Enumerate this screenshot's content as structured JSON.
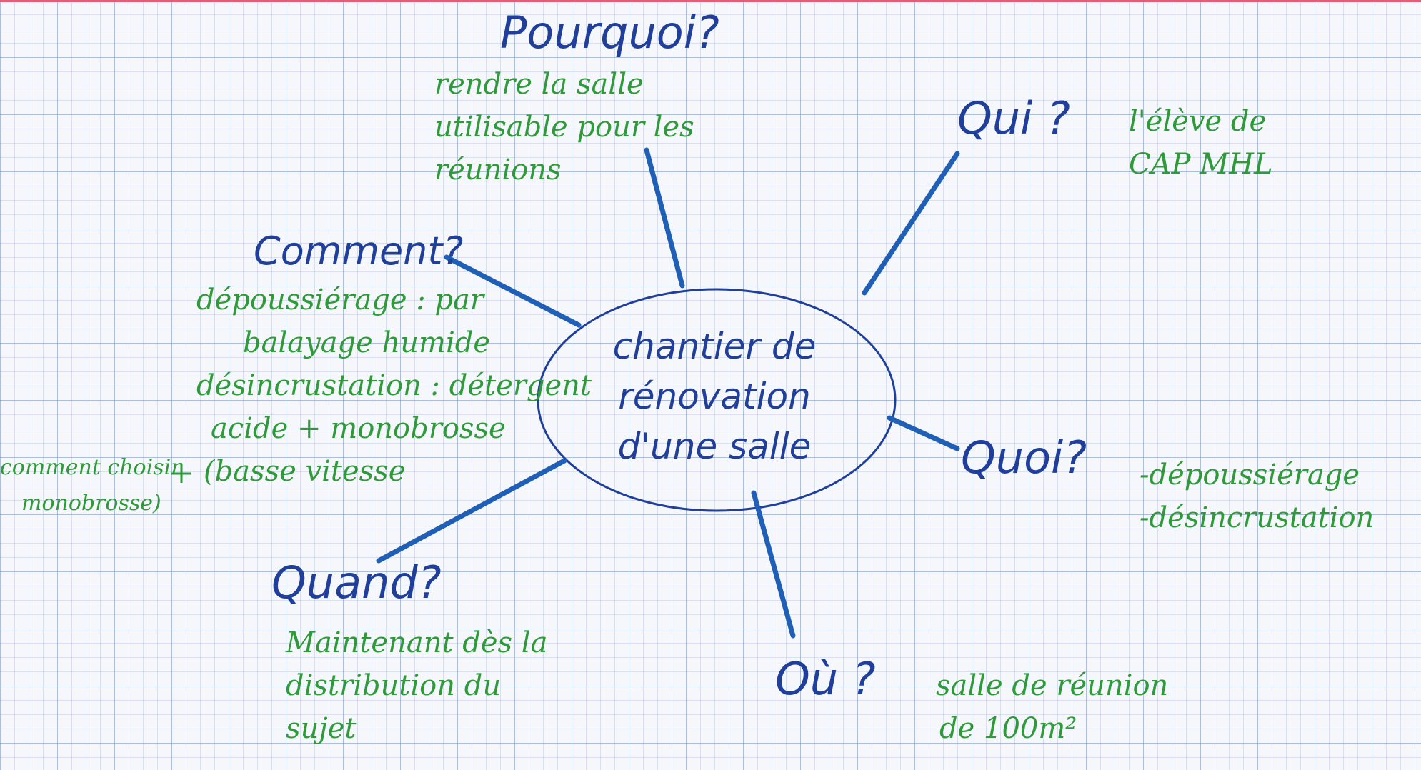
{
  "center": {
    "lines": [
      "chantier de",
      "rénovation",
      "d'une salle"
    ]
  },
  "nodes": {
    "pourquoi": {
      "label": "Pourquoi?",
      "note": [
        "rendre la salle",
        "utilisable pour les",
        "réunions"
      ]
    },
    "qui": {
      "label": "Qui ?",
      "note": [
        "l'élève de",
        "CAP MHL"
      ]
    },
    "comment": {
      "label": "Comment?",
      "note": [
        "dépoussiérage : par",
        "balayage humide",
        "désincrustation : détergent",
        "acide + monobrosse",
        "(basse vitesse"
      ],
      "side_note": [
        "comment choisir",
        "monobrosse)"
      ]
    },
    "quoi": {
      "label": "Quoi?",
      "note": [
        "-dépoussiérage",
        "-désincrustation"
      ]
    },
    "quand": {
      "label": "Quand?",
      "note": [
        "Maintenant dès la",
        "distribution du",
        "sujet"
      ]
    },
    "ou": {
      "label": "Où ?",
      "note": [
        "salle de réunion",
        "de 100m²"
      ]
    }
  },
  "colors": {
    "ink_blue": "#1f3f9a",
    "ink_green": "#2f9a3a",
    "grid": "#7896c8",
    "margin": "#e0607a"
  }
}
